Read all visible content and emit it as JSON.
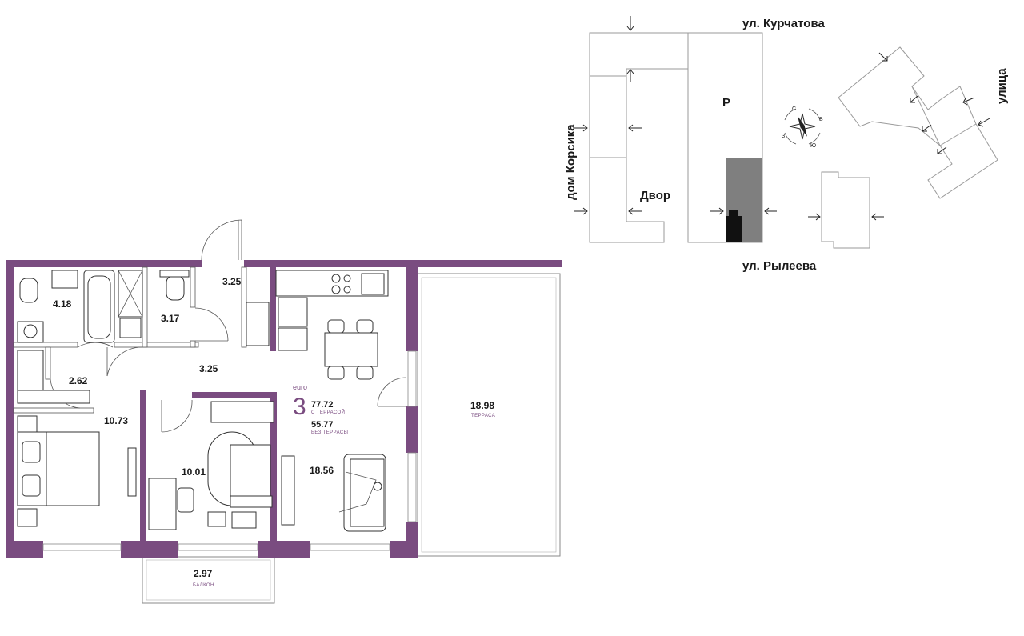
{
  "plan": {
    "apartment": {
      "rooms_number": "3",
      "type_label": "euro",
      "area_with_terrace": "77.72",
      "with_terrace_caption": "С ТЕРРАСОЙ",
      "area_without_terrace": "55.77",
      "without_terrace_caption": "БЕЗ ТЕРРАСЫ"
    },
    "rooms": [
      {
        "id": "bathroom",
        "area": "4.18",
        "caption": ""
      },
      {
        "id": "shower",
        "area": "3.17",
        "caption": ""
      },
      {
        "id": "entry",
        "area": "3.25",
        "caption": ""
      },
      {
        "id": "hall",
        "area": "3.25",
        "caption": ""
      },
      {
        "id": "wardrobe",
        "area": "2.62",
        "caption": ""
      },
      {
        "id": "bedroom",
        "area": "10.73",
        "caption": ""
      },
      {
        "id": "cabinet",
        "area": "10.01",
        "caption": ""
      },
      {
        "id": "living",
        "area": "18.56",
        "caption": ""
      },
      {
        "id": "terrace",
        "area": "18.98",
        "caption": "ТЕРРАСА"
      },
      {
        "id": "balcony",
        "area": "2.97",
        "caption": "БАЛКОН"
      }
    ]
  },
  "site": {
    "street_top": "ул. Курчатова",
    "street_bottom": "ул. Рылеева",
    "street_left": "дом Корсика",
    "street_right": "улица",
    "yard_label": "Двор",
    "parking_label": "P",
    "compass": {
      "n": "С",
      "e": "В",
      "s": "Ю",
      "w": "З"
    }
  },
  "colors": {
    "wall": "#7a4c80",
    "building_dark": "#7f7f7f",
    "entrance": "#111111"
  }
}
